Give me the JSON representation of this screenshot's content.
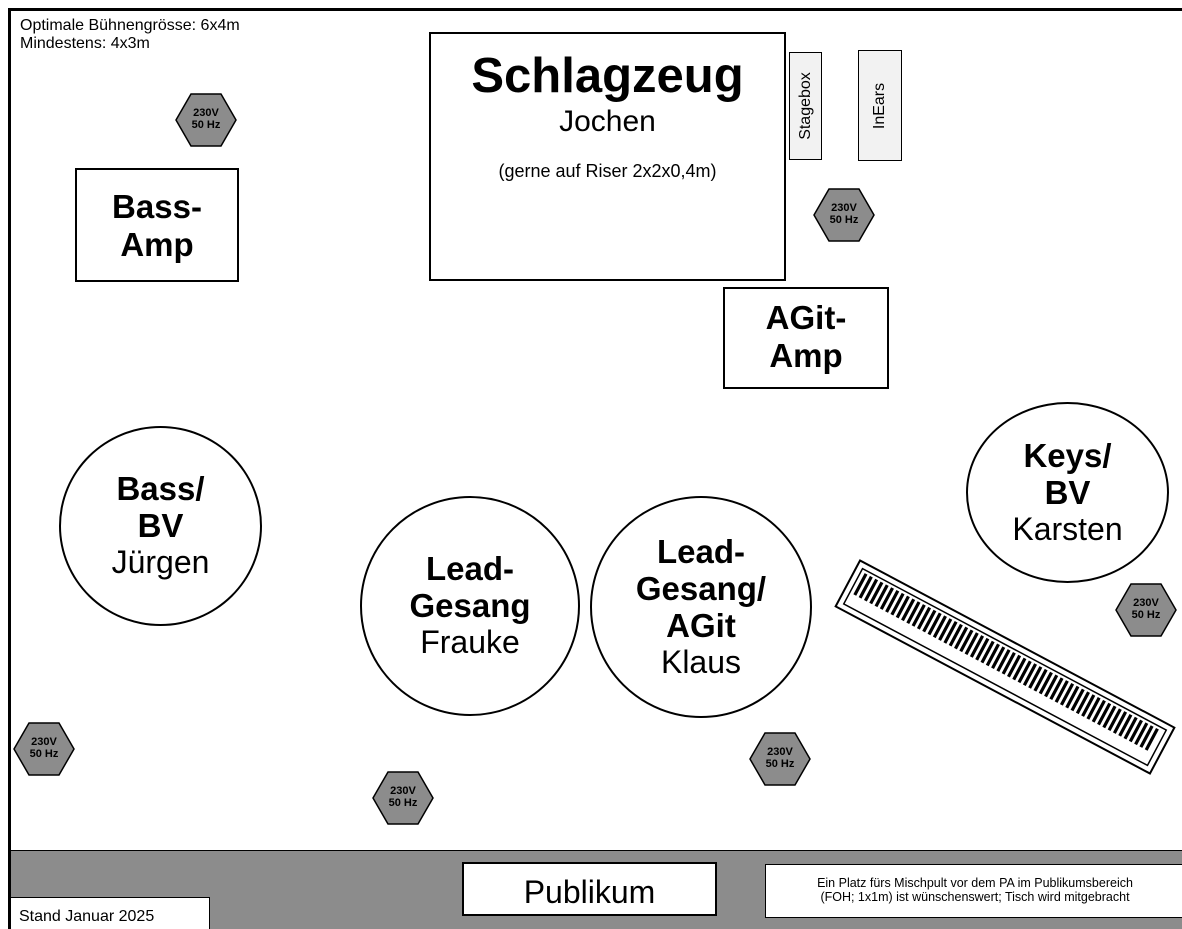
{
  "notes": {
    "size_optimal": "Optimale Bühnengrösse: 6x4m",
    "size_min": "Mindestens: 4x3m",
    "date": "Stand Januar 2025"
  },
  "drums": {
    "title": "Schlagzeug",
    "player": "Jochen",
    "note": "(gerne auf Riser 2x2x0,4m)"
  },
  "stagebox": "Stagebox",
  "inears": "InEars",
  "bass_amp": {
    "line1": "Bass-",
    "line2": "Amp"
  },
  "agit_amp": {
    "line1": "AGit-",
    "line2": "Amp"
  },
  "positions": [
    {
      "role": "Bass/\nBV",
      "name": "Jürgen"
    },
    {
      "role": "Lead-\nGesang",
      "name": "Frauke"
    },
    {
      "role": "Lead-\nGesang/\nAGit",
      "name": "Klaus"
    },
    {
      "role": "Keys/\nBV",
      "name": "Karsten"
    }
  ],
  "power": {
    "volt": "230V",
    "freq": "50 Hz"
  },
  "audience": {
    "label": "Publikum",
    "foh_line1": "Ein Platz fürs Mischpult vor dem PA im Publikumsbereich",
    "foh_line2": "(FOH; 1x1m) ist wünschenswert; Tisch wird mitgebracht"
  },
  "colors": {
    "audience": "#8c8c8c",
    "power": "#8c8c8c"
  }
}
